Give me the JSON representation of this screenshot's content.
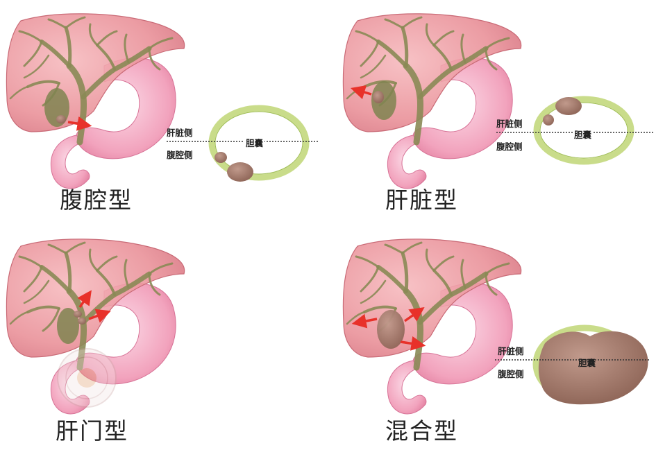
{
  "panels": [
    {
      "title": "腹腔型",
      "liver_side": "肝脏侧",
      "abdominal_side": "腹腔侧",
      "gallbladder": "胆囊"
    },
    {
      "title": "肝脏型",
      "liver_side": "肝脏侧",
      "abdominal_side": "腹腔侧",
      "gallbladder": "胆囊"
    },
    {
      "title": "肝门型"
    },
    {
      "title": "混合型",
      "liver_side": "肝脏侧",
      "abdominal_side": "腹腔侧",
      "gallbladder": "胆囊"
    }
  ],
  "colors": {
    "liver": "#e98f97",
    "stomach": "#f2a3bd",
    "bile_duct": "#8a8a55",
    "gallbladder_ring": "#c9dc8a",
    "stone": "#a0766a",
    "arrow": "#e8312a"
  }
}
